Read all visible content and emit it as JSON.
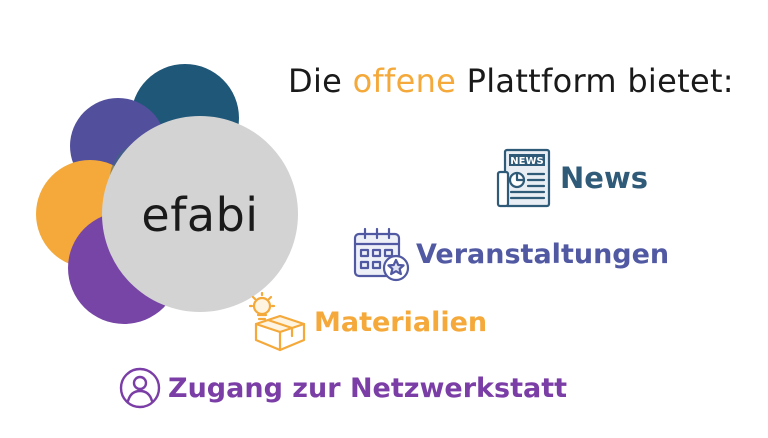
{
  "logo": {
    "text": "efabi",
    "colors": {
      "teal": "#1f5778",
      "indigo": "#524f9c",
      "orange": "#f4a93a",
      "purple": "#7745a6",
      "center": "#d3d3d3"
    }
  },
  "headline": {
    "before": "Die ",
    "accent": "offene",
    "after": " Plattform bietet:",
    "accent_color": "#f4a93a"
  },
  "features": [
    {
      "label": "News",
      "icon": "newspaper-icon",
      "color": "#2f5a78"
    },
    {
      "label": "Veranstaltungen",
      "icon": "calendar-star-icon",
      "color": "#5159a3"
    },
    {
      "label": "Materialien",
      "icon": "box-lightbulb-icon",
      "color": "#f4a93a"
    },
    {
      "label": "Zugang zur Netzwerkstatt",
      "icon": "user-circle-icon",
      "color": "#7a3ea6"
    }
  ]
}
